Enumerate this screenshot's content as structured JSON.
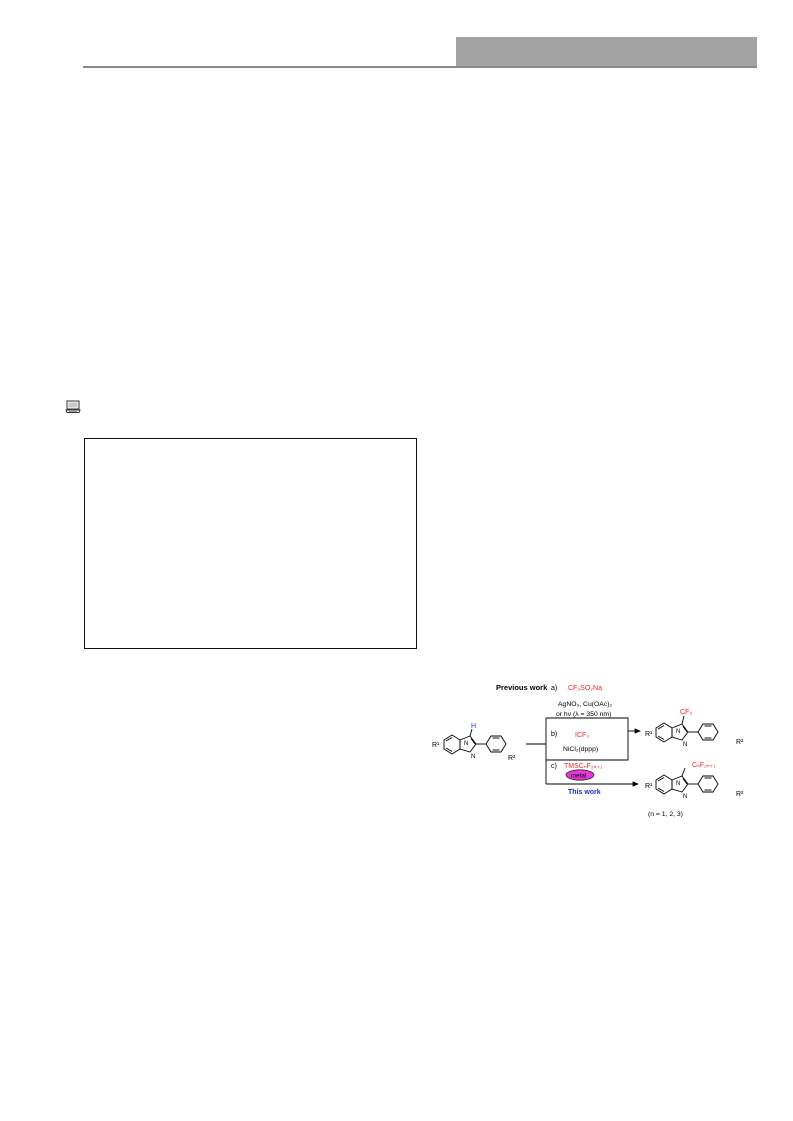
{
  "page": {
    "icon": "laptop-icon"
  },
  "scheme": {
    "previous_work_label": "Previous work",
    "route_a_letter": "a)",
    "route_a_reagent": "CF₃SO₂Na",
    "route_a_conditions_1": "AgNO₃, Cu(OAc)₂",
    "route_a_conditions_2": "or hν (λ = 350 nm)",
    "route_b_letter": "b)",
    "route_b_reagent": "ICF₃",
    "route_b_conditions": "NiCl₂(dppp)",
    "route_c_letter": "c)",
    "route_c_reagent": "TMSCₙF₂ₙ₊₁",
    "route_c_metal_label": "metal",
    "this_work_label": "This work",
    "sm_h_label": "H",
    "sm_r1_label": "R¹",
    "sm_r2_label": "R²",
    "prod1_cf3_label": "CF₃",
    "prod1_r1_label": "R¹",
    "prod1_r2_label": "R²",
    "prod2_cnf_label": "CₙF₂ₙ₊₁",
    "prod2_r1_label": "R¹",
    "prod2_r2_label": "R²",
    "n_values_label": "(n = 1, 2, 3)",
    "ring_n_label": "N",
    "colors": {
      "reagent_red": "#e8262b",
      "h_blue": "#1a3fd1",
      "this_work_blue": "#1a2fc8",
      "metal_fill": "#e23bd2",
      "header_gray": "#a3a3a3"
    }
  }
}
